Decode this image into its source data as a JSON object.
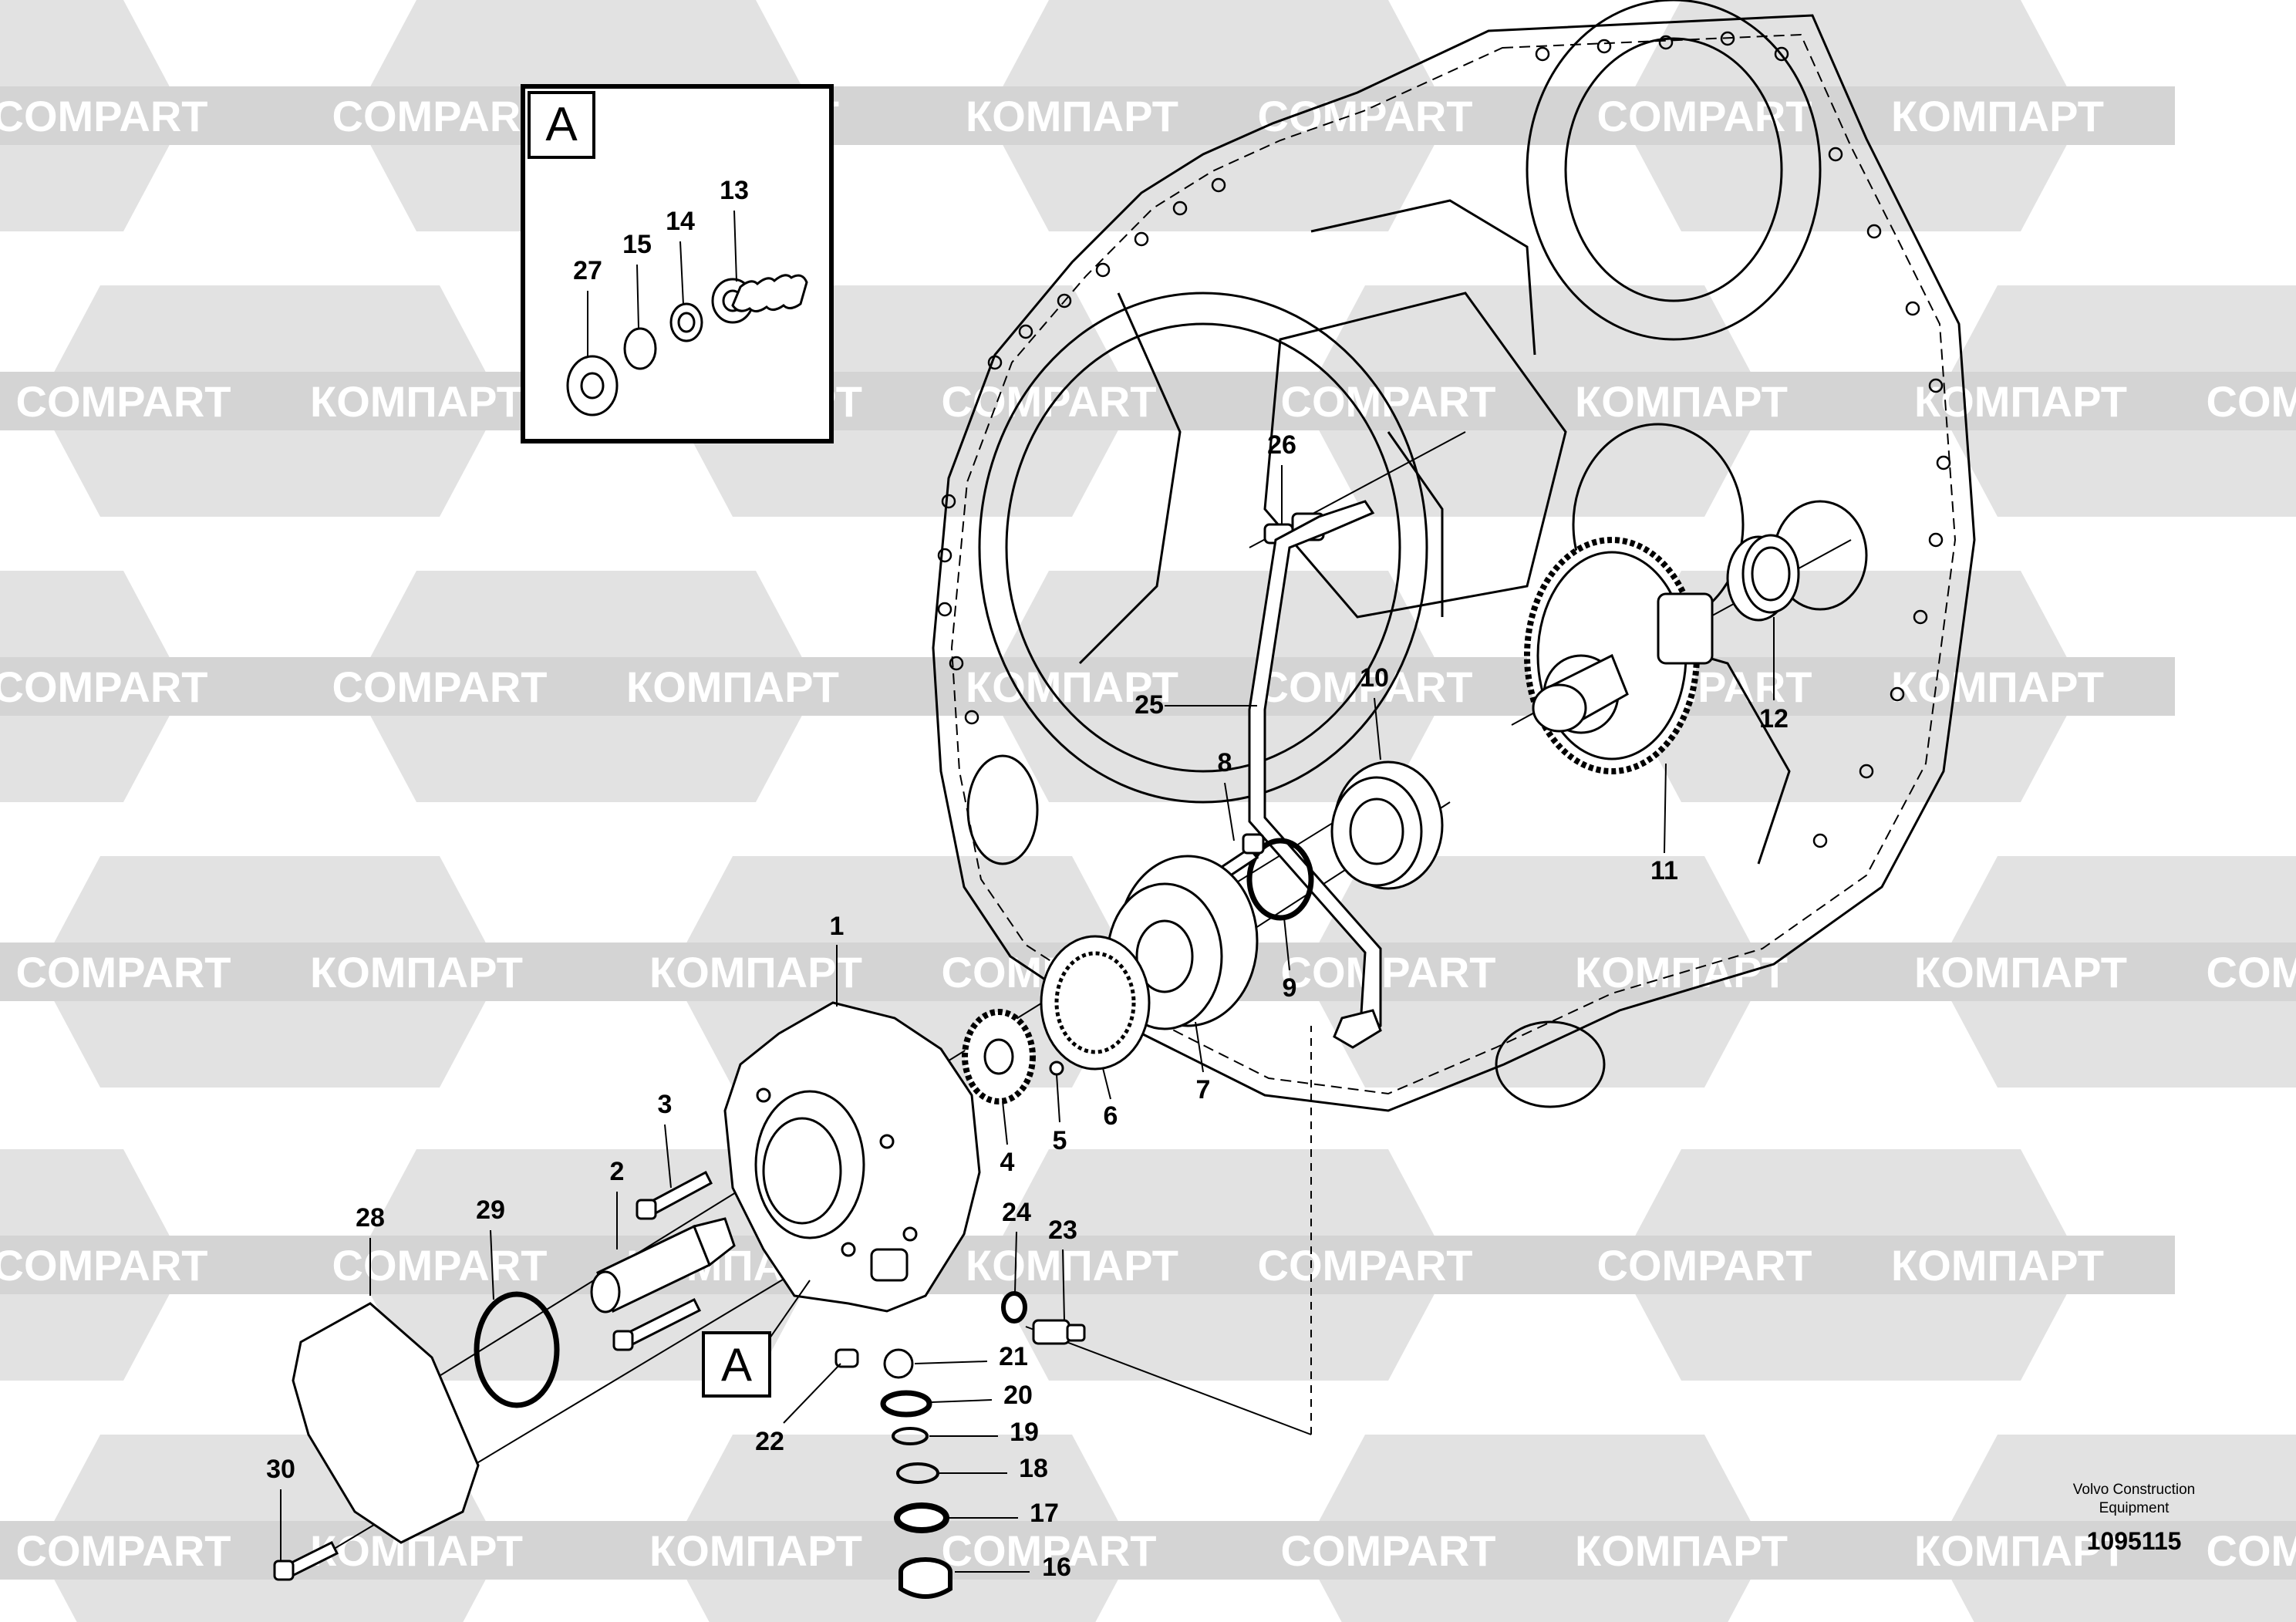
{
  "diagram": {
    "watermark": {
      "left_word": "КОМПАРТ",
      "right_word": "COMPART"
    },
    "detail_box": {
      "label": "A",
      "callouts": [
        "27",
        "15",
        "14",
        "13"
      ]
    },
    "detail_marker": "A",
    "part_numbers": [
      "1",
      "2",
      "3",
      "4",
      "5",
      "6",
      "7",
      "8",
      "9",
      "10",
      "11",
      "12",
      "13",
      "14",
      "15",
      "16",
      "17",
      "18",
      "19",
      "20",
      "21",
      "22",
      "23",
      "24",
      "25",
      "26",
      "27",
      "28",
      "29",
      "30"
    ],
    "footer": {
      "brand_line1": "Volvo Construction",
      "brand_line2": "Equipment",
      "figure_number": "1095115"
    }
  }
}
